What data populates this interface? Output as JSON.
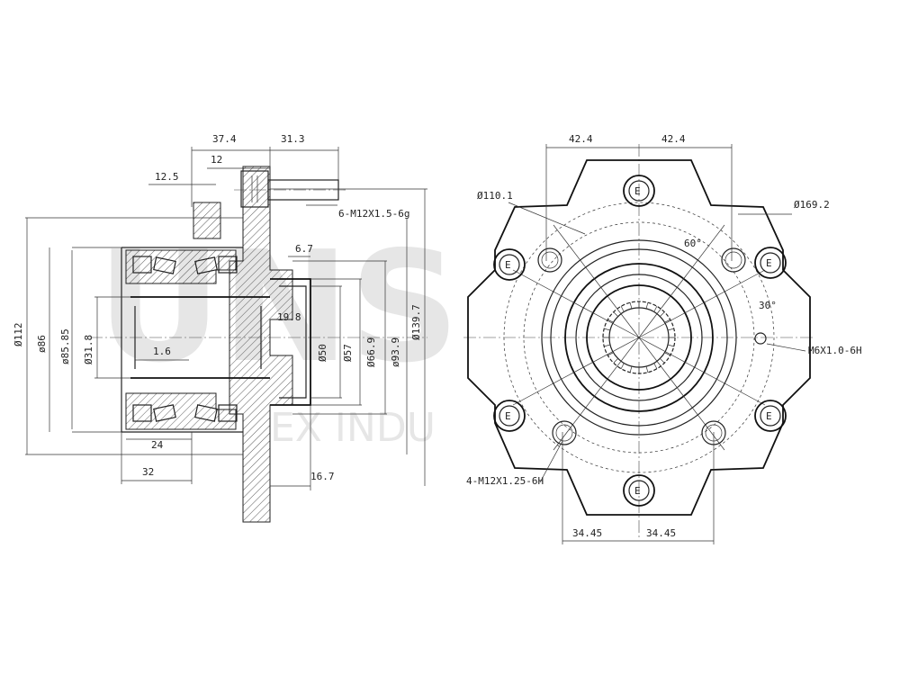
{
  "watermark": {
    "brand": "UNS",
    "sub": "EX INDU"
  },
  "side_view": {
    "dims": {
      "d_37_4": "37.4",
      "d_31_3": "31.3",
      "d_12": "12",
      "d_12_5": "12.5",
      "thread_stud": "6-M12X1.5-6g",
      "d_6_7": "6.7",
      "dia_112": "Ø112",
      "dia_86": "ø86",
      "dia_85_85": "ø85.85",
      "dia_31_8": "Ø31.8",
      "d_1_6": "1.6",
      "d_19_8": "19.8",
      "dia_50": "Ø50",
      "dia_57": "Ø57",
      "dia_66_9": "Ø66.9",
      "dia_93_9": "ø93.9",
      "dia_139_7": "Ø139.7",
      "d_24": "24",
      "d_32": "32",
      "d_16_7": "16.7"
    }
  },
  "front_view": {
    "dims": {
      "d_42_4_left": "42.4",
      "d_42_4_right": "42.4",
      "dia_110_1": "Ø110.1",
      "dia_169_2": "Ø169.2",
      "ang_60": "60°",
      "ang_30": "30°",
      "thread_m6": "M6X1.0-6H",
      "thread_m12": "4-M12X1.25-6H",
      "d_34_45_left": "34.45",
      "d_34_45_right": "34.45"
    },
    "stud_mark": "E"
  }
}
